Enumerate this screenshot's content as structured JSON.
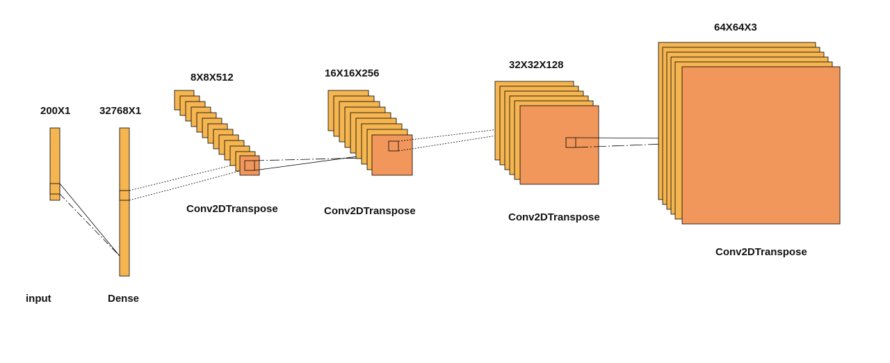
{
  "layers": {
    "input": {
      "shape": "200X1",
      "name": "input"
    },
    "dense": {
      "shape": "32768X1",
      "name": "Dense"
    },
    "conv1": {
      "shape": "8X8X512",
      "name": "Conv2DTranspose"
    },
    "conv2": {
      "shape": "16X16X256",
      "name": "Conv2DTranspose"
    },
    "conv3": {
      "shape": "32X32X128",
      "name": "Conv2DTranspose"
    },
    "conv4": {
      "shape": "64X64X3",
      "name": "Conv2DTranspose"
    }
  },
  "colors": {
    "stack_fill": "#f5b550",
    "front_fill": "#f2975b",
    "stroke": "#000000",
    "text": "#111111"
  }
}
